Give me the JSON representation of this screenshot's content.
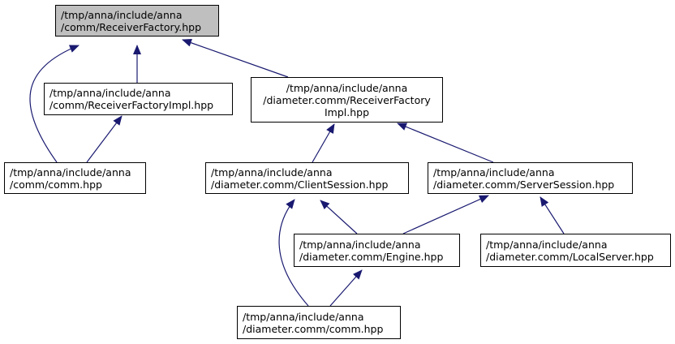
{
  "colors": {
    "edge": "#191970",
    "root_fill": "#bfbfbf",
    "node_fill": "#ffffff",
    "border": "#000000"
  },
  "nodes": {
    "receiver_factory": {
      "line1": "/tmp/anna/include/anna",
      "line2": "/comm/ReceiverFactory.hpp"
    },
    "receiver_factory_impl": {
      "line1": "/tmp/anna/include/anna",
      "line2": "/comm/ReceiverFactoryImpl.hpp"
    },
    "diameter_receiver_factory_impl": {
      "line1": "/tmp/anna/include/anna",
      "line2": "/diameter.comm/ReceiverFactory",
      "line3": "Impl.hpp"
    },
    "comm_hpp": {
      "line1": "/tmp/anna/include/anna",
      "line2": "/comm/comm.hpp"
    },
    "client_session": {
      "line1": "/tmp/anna/include/anna",
      "line2": "/diameter.comm/ClientSession.hpp"
    },
    "server_session": {
      "line1": "/tmp/anna/include/anna",
      "line2": "/diameter.comm/ServerSession.hpp"
    },
    "engine": {
      "line1": "/tmp/anna/include/anna",
      "line2": "/diameter.comm/Engine.hpp"
    },
    "local_server": {
      "line1": "/tmp/anna/include/anna",
      "line2": "/diameter.comm/LocalServer.hpp"
    },
    "diameter_comm_hpp": {
      "line1": "/tmp/anna/include/anna",
      "line2": "/diameter.comm/comm.hpp"
    }
  }
}
